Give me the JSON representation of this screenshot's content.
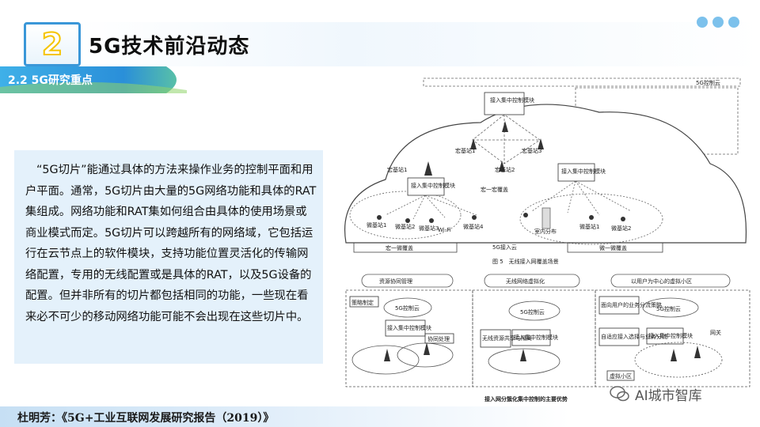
{
  "header": {
    "number": "2",
    "title": "5G技术前沿动态"
  },
  "section": {
    "label": "2.2 5G研究重点"
  },
  "body": {
    "paragraph": "“5G切片”能通过具体的方法来操作业务的控制平面和用户平面。通常，5G切片由大量的5G网络功能和具体的RAT集组成。网络功能和RAT集如何组合由具体的使用场景或商业模式而定。5G切片可以跨越所有的网络域，它包括运行在云节点上的软件模块，支持功能位置灵活化的传输网络配置，专用的无线配置或是具体的RAT，以及5G设备的配置。但并非所有的切片都包括相同的功能，一些现在看来必不可少的移动网络功能可能不会出现在这些切片中。"
  },
  "figure": {
    "top_label": "5G控制云",
    "center_module": "接入集中控制模块",
    "macro_labels": [
      "宏基站1",
      "宏基站2",
      "宏基站3"
    ],
    "left_macro": "宏基站1",
    "left_module": "接入集中控制模块",
    "right_module": "接入集中控制模块",
    "micro_left": [
      "微基站1",
      "微基站2",
      "微基站3",
      "微基站4"
    ],
    "wifi": "Wi-Fi",
    "macro_macro": "宏一宏覆盖",
    "macro_micro": "宏一微覆盖",
    "micro_micro": "微一微覆盖",
    "access_cloud": "5G接入云",
    "indoor": "室内分布",
    "micro_right": [
      "微基站1",
      "微基站2"
    ],
    "fig5_caption": "图 5　无线接入网覆盖场景",
    "panel_titles": [
      "资源协同管理",
      "无线网络虚拟化",
      "以用户为中心的虚拟小区"
    ],
    "p1_strategy": "策略制定",
    "p1_cloud": "5G控制云",
    "p1_module": "接入集中控制模块",
    "p1_coord": "协同处理",
    "p2_cloud": "5G控制云",
    "p2_module": "接入集中控制模块",
    "p2_share": "无线资源共享与隔离",
    "p3_policy": "面向用户的业务分流策略",
    "p3_cloud": "5G控制云",
    "p3_adapt": "自适应接入选择与业务分流",
    "p3_module": "接入集中控制模块",
    "p3_gateway": "网关",
    "p3_vcell": "虚拟小区",
    "bottom_caption": "接入网分簇化集中控制的主要优势"
  },
  "watermark": {
    "text": "AI城市智库"
  },
  "footer": {
    "citation": "杜明芳：《5G+工业互联网发展研究报告（2019）》"
  },
  "colors": {
    "accent": "#3a97d8",
    "ribbon": "#1f8fd8",
    "number_stroke": "#f5c400"
  }
}
